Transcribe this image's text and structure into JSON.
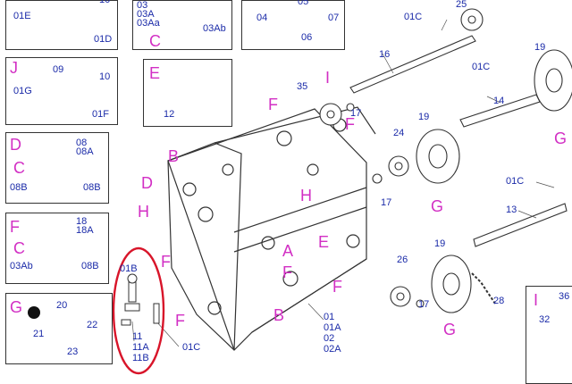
{
  "insets": {
    "E_top": {
      "part_a": "01E",
      "part_b": "01D",
      "part_c": "10"
    },
    "J": {
      "letter": "J",
      "p1": "09",
      "p2": "10",
      "p3": "01G",
      "p4": "01F"
    },
    "D": {
      "letter": "D",
      "sub": "C",
      "p1": "08",
      "p2": "08A",
      "p3": "08B",
      "p4": "08B"
    },
    "F": {
      "letter": "F",
      "sub": "C",
      "p1": "18",
      "p2": "18A",
      "p3": "03Ab",
      "p4": "08B"
    },
    "G": {
      "letter": "G",
      "p1": "20",
      "p2": "21",
      "p3": "22",
      "p4": "23"
    },
    "C_top": {
      "letter": "C",
      "p1": "03",
      "p2": "03A",
      "p3": "03Aa",
      "p4": "03Ab"
    },
    "E": {
      "letter": "E",
      "p1": "12"
    },
    "top_mid": {
      "p1": "04",
      "p2": "05",
      "p3": "06",
      "p4": "07"
    },
    "I_right": {
      "letter": "I",
      "p1": "32",
      "p2": "36"
    }
  },
  "labels": {
    "l01C_a": "01C",
    "l25": "25",
    "l16": "16",
    "l01C_b": "01C",
    "l19_a": "19",
    "lG_a": "G",
    "l14": "14",
    "lI": "I",
    "l35": "35",
    "l17_a": "17",
    "lF_a": "F",
    "lF_b": "F",
    "l19_b": "19",
    "l24": "24",
    "lG_b": "G",
    "l01C_c": "01C",
    "l13": "13",
    "l17_b": "17",
    "lB_a": "B",
    "lD": "D",
    "lH_a": "H",
    "lH_b": "H",
    "lA": "A",
    "lE": "E",
    "lF_c": "F",
    "lF_d": "F",
    "lF_e": "F",
    "lB_b": "B",
    "l01B": "01B",
    "l11": "11",
    "l11A": "11A",
    "l11B": "11B",
    "l01C_d": "01C",
    "l01": "01",
    "l01A": "01A",
    "l02": "02",
    "l02A": "02A",
    "l19_c": "19",
    "l26": "26",
    "l17_c": "17",
    "l28": "28",
    "lG_c": "G",
    "lF_f": "F"
  },
  "colors": {
    "part_label": "#1a2aa8",
    "view_letter": "#d22fc4",
    "highlight": "#d8152a",
    "line": "#333333"
  }
}
